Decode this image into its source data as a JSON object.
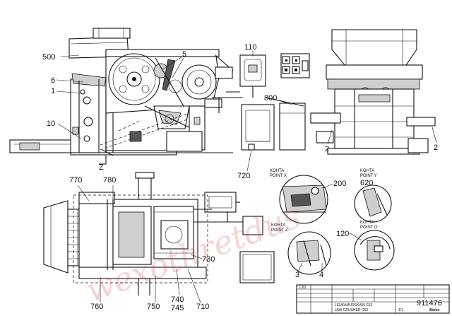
{
  "callouts": {
    "c500": "500",
    "c6": "6",
    "c1": "1",
    "c10": "10",
    "c5": "5",
    "cz": "Z",
    "c110": "110",
    "c800": "800",
    "c720": "720",
    "c2a": "2",
    "c2b": "2",
    "c770": "770",
    "c780": "780",
    "c730": "730",
    "c760": "760",
    "c750": "750",
    "c740": "740",
    "c745": "745",
    "c710": "710",
    "c200": "200",
    "c620": "620",
    "c120": "120",
    "c3": "3",
    "c4": "4"
  },
  "detail_labels": {
    "x_line1": "KOHTA",
    "x_line2": "POINT X",
    "y_line1": "KOHTA",
    "y_line2": "POINT Y",
    "z_line1": "KOHTA",
    "z_line2": "POINT Z",
    "g_line1": "KOHTA",
    "g_line2": "POINT G"
  },
  "title_block": {
    "name_fi": "LEUKAMURSKAIN C63",
    "name_en": "JAW CRUSHER C63",
    "drawing_number": "911476",
    "sheet": "1/1",
    "small_code": "C63",
    "brand": "Metso"
  },
  "watermark": "wexothretdus"
}
